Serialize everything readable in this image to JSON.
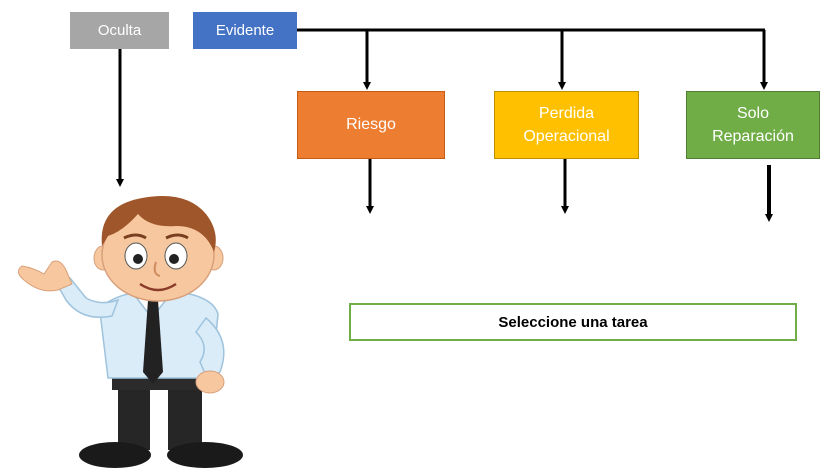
{
  "nodes": {
    "oculta": "Oculta",
    "evidente": "Evidente",
    "riesgo": "Riesgo",
    "perdida_line1": "Perdida",
    "perdida_line2": "Operacional",
    "solo_line1": "Solo",
    "solo_line2": "Reparación"
  },
  "task_button": "Seleccione una tarea",
  "colors": {
    "oculta": "#a6a6a6",
    "evidente": "#4472c4",
    "riesgo": "#ed7d31",
    "perdida": "#ffc000",
    "solo": "#70ad47"
  }
}
